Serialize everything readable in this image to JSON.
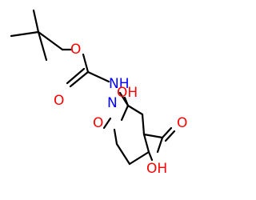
{
  "structure": {
    "atoms": {
      "o_ester": {
        "text": "O",
        "color": "#ff0000"
      },
      "o_carbonyl": {
        "text": "O",
        "color": "#ff0000"
      },
      "nh": {
        "text": "NH",
        "color": "#0000ff"
      },
      "oh_top": {
        "text": "OH",
        "color": "#ff0000"
      },
      "n_ring": {
        "text": "N",
        "color": "#0000ff"
      },
      "o_ring": {
        "text": "O",
        "color": "#ff0000"
      },
      "o_acid": {
        "text": "O",
        "color": "#ff0000"
      },
      "oh_bottom": {
        "text": "OH",
        "color": "#ff0000"
      }
    },
    "bond_color": "#000000"
  }
}
